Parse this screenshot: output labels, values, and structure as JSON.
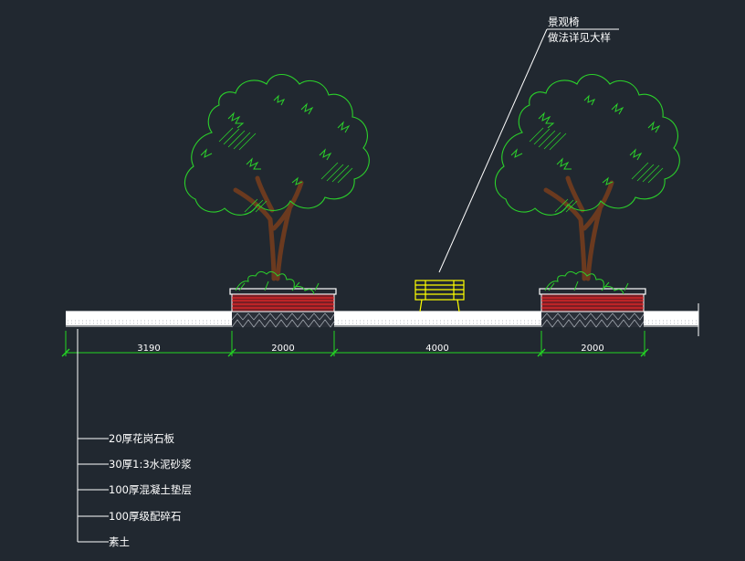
{
  "colors": {
    "background": "#212830",
    "foliage": "#2bd12b",
    "trunk": "#6b3a1f",
    "dimension": "#22d822",
    "bench": "#ffff00",
    "planter_fill": "#e8263a",
    "line": "#ffffff"
  },
  "callout": {
    "line1": "景观椅",
    "line2": "做法详见大样"
  },
  "dimensions": [
    "3190",
    "2000",
    "4000",
    "2000"
  ],
  "layers": [
    "20厚花岗石板",
    "30厚1:3水泥砂浆",
    "100厚混凝土垫层",
    "100厚级配碎石",
    "素土"
  ],
  "icons": {
    "tree": "deciduous-tree-elevation",
    "bench": "park-bench-elevation",
    "planter": "raised-planter-section"
  }
}
